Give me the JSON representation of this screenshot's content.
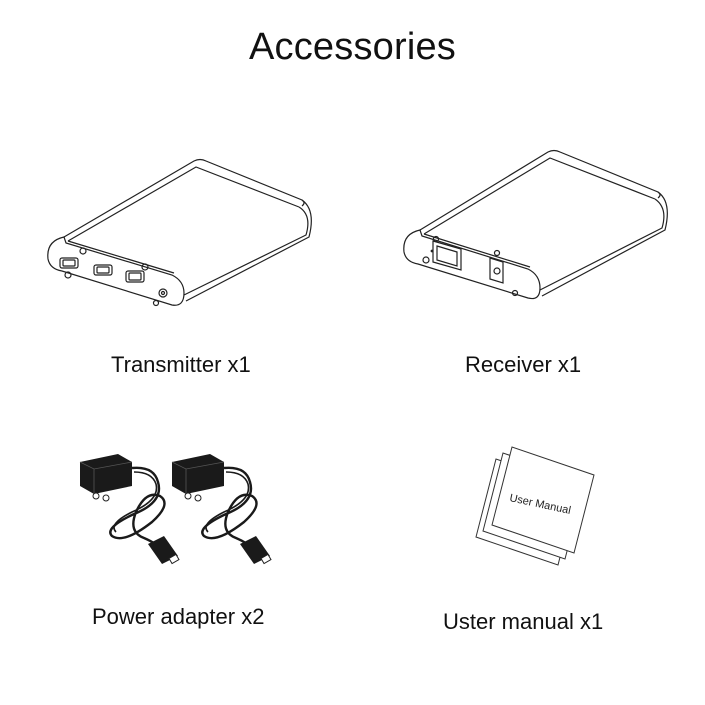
{
  "page": {
    "title": "Accessories"
  },
  "items": [
    {
      "name": "transmitter",
      "label": "Transmitter x1",
      "icon": "transmitter-device-icon"
    },
    {
      "name": "receiver",
      "label": "Receiver x1",
      "icon": "receiver-device-icon"
    },
    {
      "name": "power-adapter",
      "label": "Power adapter x2",
      "icon": "power-adapter-icon"
    },
    {
      "name": "user-manual",
      "label": "Uster manual x1",
      "icon": "user-manual-icon",
      "cover_text": "User Manual"
    }
  ],
  "colors": {
    "background": "#ffffff",
    "text": "#111111",
    "line": "#222222",
    "adapter_fill": "#1a1a1a"
  }
}
